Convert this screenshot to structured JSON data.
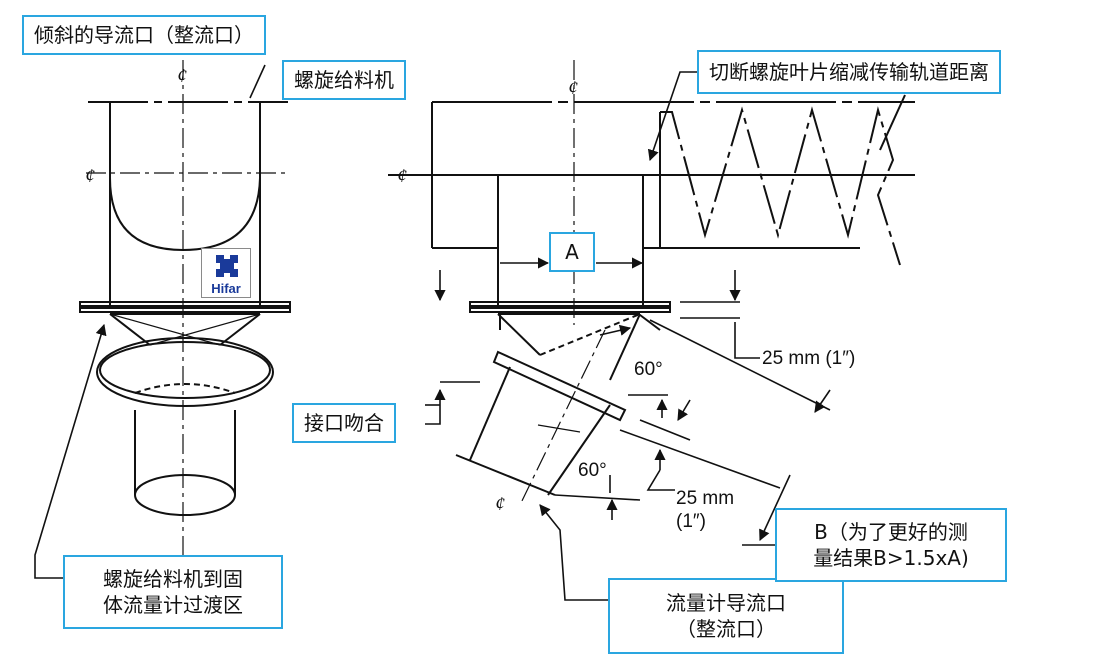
{
  "labels": {
    "inclined_inlet": "倾斜的导流口（整流口）",
    "screw_feeder": "螺旋给料机",
    "cut_screw": "切断螺旋叶片缩减传输轨道距离",
    "a_label": "A",
    "joint_fit": "接口吻合",
    "transition_line1": "螺旋给料机到固",
    "transition_line2": "体流量计过渡区",
    "meter_inlet_line1": "流量计导流口",
    "meter_inlet_line2": "（整流口）",
    "b_line1": "B（为了更好的测",
    "b_line2": "量结果B>1.5xA)"
  },
  "dimensions": {
    "angle_top": "60°",
    "angle_bottom": "60°",
    "gap_top": "25 mm (1″)",
    "gap_bottom_1": "25 mm",
    "gap_bottom_2": "(1″)"
  },
  "logo": {
    "text": "Hifar",
    "color": "#1a3a9a"
  },
  "colors": {
    "callout_border": "#2aa6e0",
    "line": "#111111"
  }
}
